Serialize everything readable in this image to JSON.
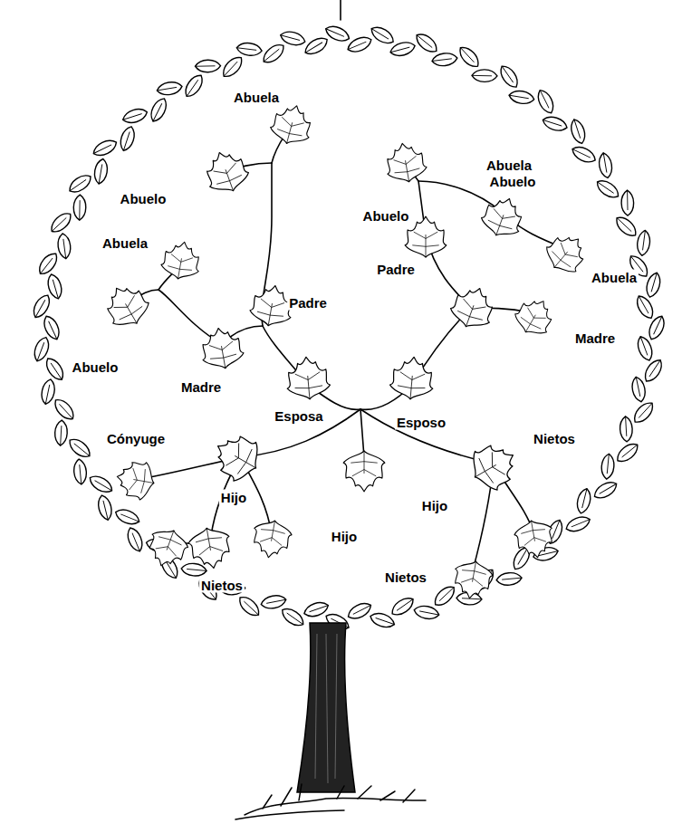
{
  "diagram": {
    "labels": [
      "Abuela",
      "Abuela",
      "Abuelo",
      "Abuelo",
      "Abuelo",
      "Abuela",
      "Padre",
      "Abuela",
      "Padre",
      "Madre",
      "Abuelo",
      "Madre",
      "Esposa",
      "Esposo",
      "Cónyuge",
      "Nietos",
      "Hijo",
      "Hijo",
      "Hijo",
      "Nietos",
      "Nietos"
    ]
  }
}
